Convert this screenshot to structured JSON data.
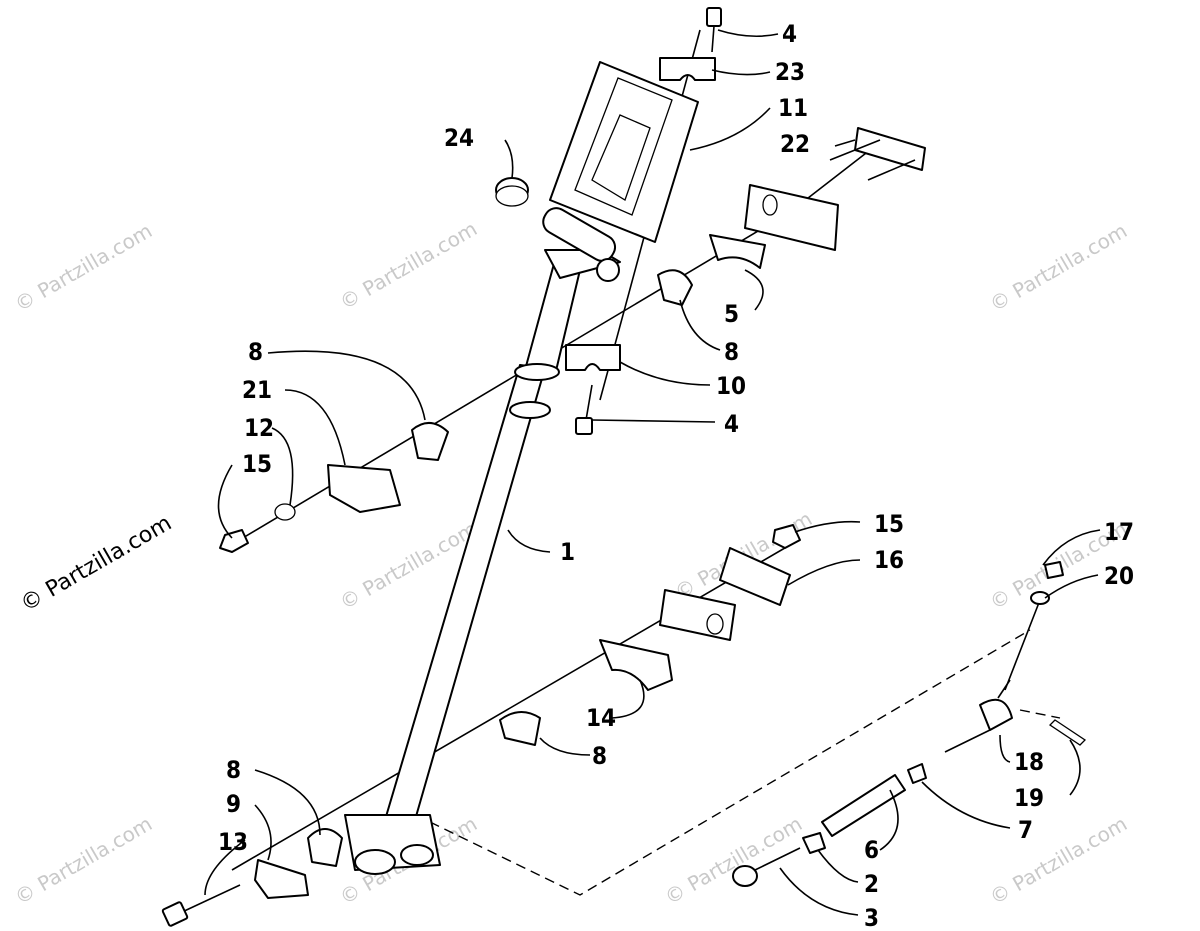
{
  "watermark": {
    "text": "© Partzilla.com",
    "side_text": "© Partzilla.com"
  },
  "callouts": {
    "c1": "1",
    "c2": "2",
    "c3": "3",
    "c4_top": "4",
    "c4_mid": "4",
    "c5": "5",
    "c6": "6",
    "c7": "7",
    "c8_mid": "8",
    "c8_left": "8",
    "c8_lower": "8",
    "c8_bottom": "8",
    "c9": "9",
    "c10": "10",
    "c11": "11",
    "c12": "12",
    "c13": "13",
    "c14": "14",
    "c15_left": "15",
    "c15_right": "15",
    "c16": "16",
    "c17": "17",
    "c18": "18",
    "c19": "19",
    "c20": "20",
    "c21": "21",
    "c22": "22",
    "c23": "23",
    "c24": "24"
  }
}
